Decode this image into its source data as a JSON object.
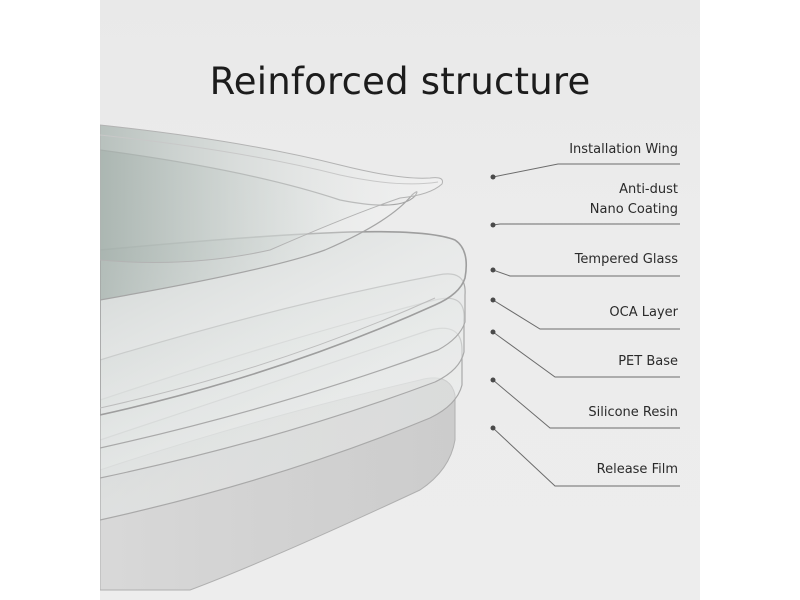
{
  "title": "Reinforced structure",
  "layers": [
    {
      "lines": [
        "Installation Wing"
      ]
    },
    {
      "lines": [
        "Anti-dust",
        "Nano Coating"
      ]
    },
    {
      "lines": [
        "Tempered Glass"
      ]
    },
    {
      "lines": [
        "OCA Layer"
      ]
    },
    {
      "lines": [
        "PET Base"
      ]
    },
    {
      "lines": [
        "Silicone Resin"
      ]
    },
    {
      "lines": [
        "Release Film"
      ]
    }
  ],
  "colors": {
    "background": "#ececec",
    "title": "#1c1c1c",
    "label": "#2a2a2a",
    "leader_line": "#6b6b6b",
    "glass_edge": "#a9a9a9",
    "glass_fill": "#dfe3e2"
  }
}
